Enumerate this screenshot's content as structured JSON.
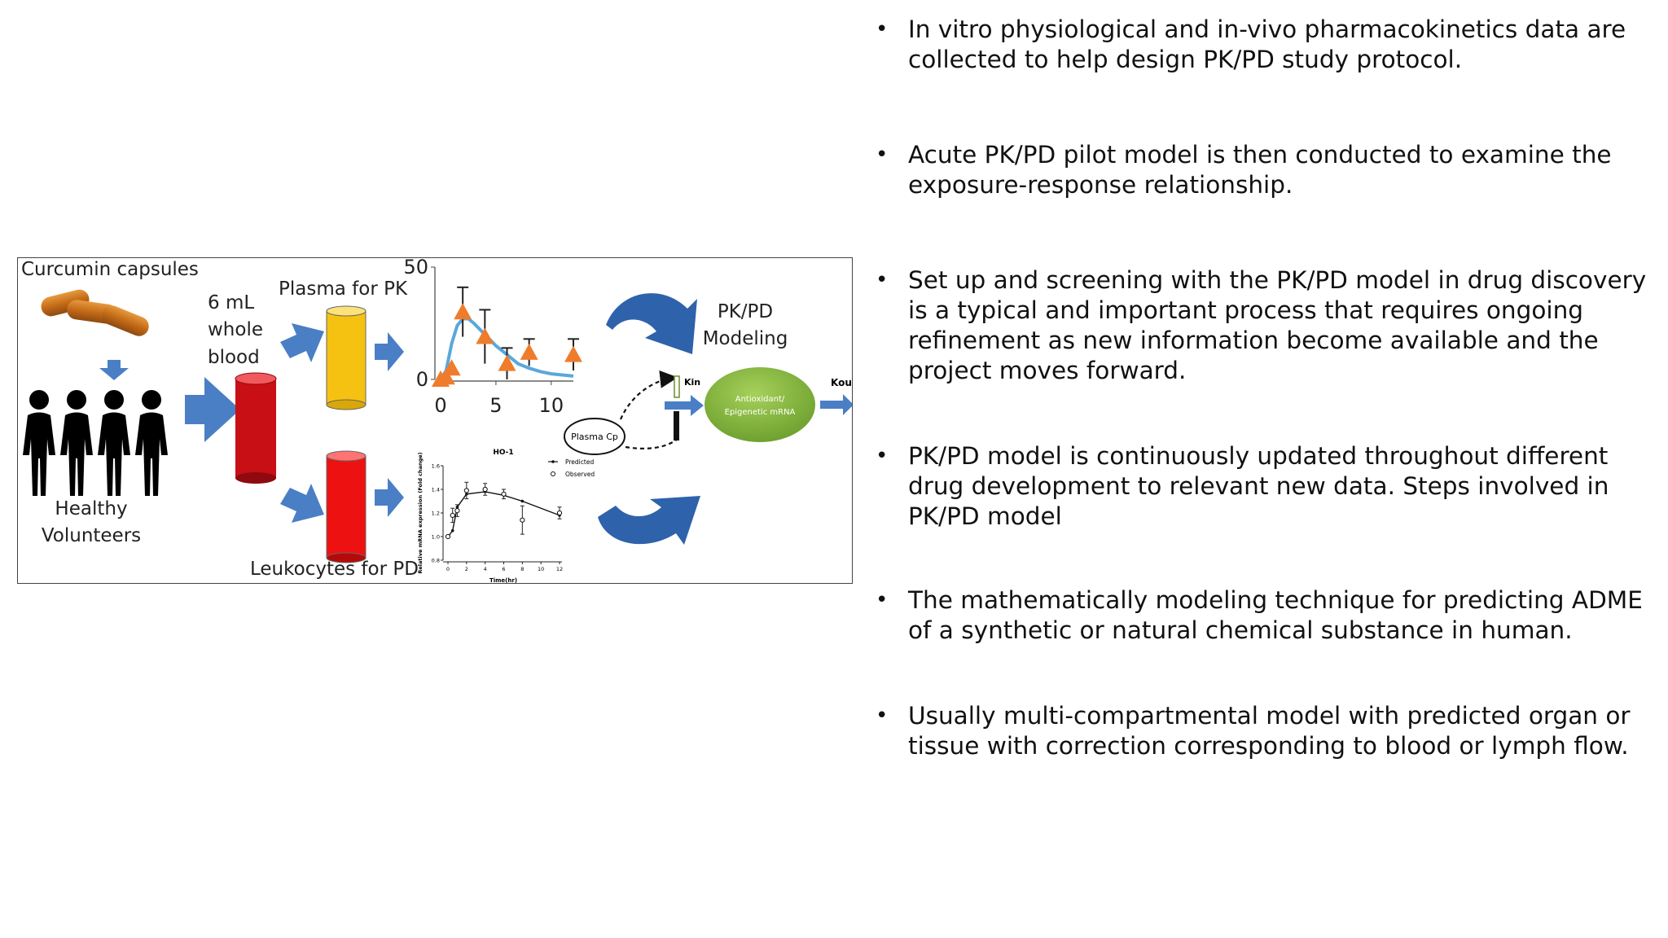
{
  "figure": {
    "labels": {
      "curcumin": "Curcumin capsules",
      "volunteers_1": "Healthy",
      "volunteers_2": "Volunteers",
      "blood_1": "6 mL",
      "blood_2": "whole",
      "blood_3": "blood",
      "plasma": "Plasma for PK",
      "leukocytes": "Leukocytes for PD",
      "modeling_1": "PK/PD",
      "modeling_2": "Modeling",
      "plasma_cp": "Plasma Cp",
      "kin": "Kin",
      "kout": "Kout",
      "response_1": "Antioxidant/",
      "response_2": "Epigenetic mRNA"
    },
    "colors": {
      "arrow_blue": "#4a7fc6",
      "curved_arrow_blue": "#2e62ab",
      "plasma_tube": "#f5c211",
      "leukocyte_tube": "#ee1111",
      "blood_tube": "#c80f15",
      "response_green": "#7fb33a",
      "pk_marker": "#ef7c2c",
      "pk_curve": "#5aa8db"
    },
    "icons": [
      "capsule-icon",
      "person-icon"
    ]
  },
  "chart_data": [
    {
      "type": "scatter",
      "title": "",
      "xlabel": "",
      "ylabel": "",
      "xlim": [
        0,
        12
      ],
      "ylim": [
        0,
        50
      ],
      "x_ticks": [
        "0",
        "5",
        "10"
      ],
      "y_ticks": [
        "0",
        "50"
      ],
      "series": [
        {
          "x": [
            0,
            0.5,
            1,
            2,
            4,
            6,
            8,
            12
          ],
          "y": [
            0,
            1,
            5,
            30,
            19,
            7,
            12,
            11
          ],
          "error": [
            0,
            0,
            0,
            11,
            12,
            7,
            6,
            7
          ]
        }
      ],
      "fit_curve": {
        "x": [
          0,
          0.5,
          1,
          1.5,
          2,
          2.5,
          3,
          4,
          5,
          6,
          7,
          8,
          9,
          10,
          11,
          12
        ],
        "y": [
          0,
          4,
          16,
          24,
          27,
          27,
          25,
          20,
          15,
          11,
          7,
          5,
          3.5,
          2.5,
          2,
          1.5
        ]
      }
    },
    {
      "type": "line",
      "title": "HO-1",
      "xlabel": "Time(hr)",
      "ylabel": "Relative mRNA expression (Fold change)",
      "xlim": [
        0,
        12
      ],
      "ylim": [
        0.8,
        1.6
      ],
      "x_ticks": [
        "0",
        "2",
        "4",
        "6",
        "8",
        "10",
        "12"
      ],
      "y_ticks": [
        "0.8",
        "1.0",
        "1.2",
        "1.4",
        "1.6"
      ],
      "legend": [
        "Predicted",
        "Observed"
      ],
      "series": [
        {
          "name": "Predicted",
          "x": [
            0,
            0.5,
            1,
            2,
            4,
            6,
            8,
            12
          ],
          "y": [
            1.0,
            1.05,
            1.25,
            1.36,
            1.38,
            1.35,
            1.3,
            1.18
          ]
        },
        {
          "name": "Observed",
          "x": [
            0,
            0.5,
            1,
            2,
            4,
            6,
            8,
            12
          ],
          "y": [
            1.0,
            1.18,
            1.22,
            1.39,
            1.4,
            1.36,
            1.14,
            1.2
          ],
          "error": [
            0,
            0.06,
            0.05,
            0.07,
            0.05,
            0.04,
            0.12,
            0.05
          ]
        }
      ]
    }
  ],
  "bullets": [
    "In vitro physiological and in-vivo pharmacokinetics data are collected to help design PK/PD study protocol.",
    "Acute PK/PD pilot model is then conducted to examine the exposure-response relationship.",
    "Set up and screening with the PK/PD model in drug discovery is a typical and important process that requires ongoing refinement as new information become available and the project moves forward.",
    "PK/PD model is continuously updated throughout different drug development to relevant new data. Steps involved in PK/PD model",
    "The mathematically modeling technique for predicting ADME of a synthetic or natural chemical substance in human.",
    "Usually multi-compartmental model with predicted organ or tissue with correction corresponding to blood or lymph flow."
  ],
  "bullet_symbol": "•"
}
